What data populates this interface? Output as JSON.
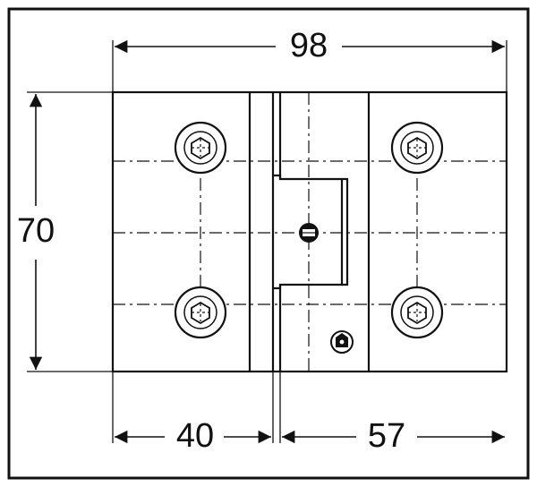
{
  "diagram": {
    "dimensions": {
      "overall_width": "98",
      "height": "70",
      "left_width": "40",
      "right_width": "57"
    },
    "colors": {
      "stroke": "#111111",
      "background": "#ffffff"
    },
    "icons": [
      "hex-socket-screw-icon",
      "center-pin-icon",
      "adjustment-screw-icon"
    ]
  }
}
